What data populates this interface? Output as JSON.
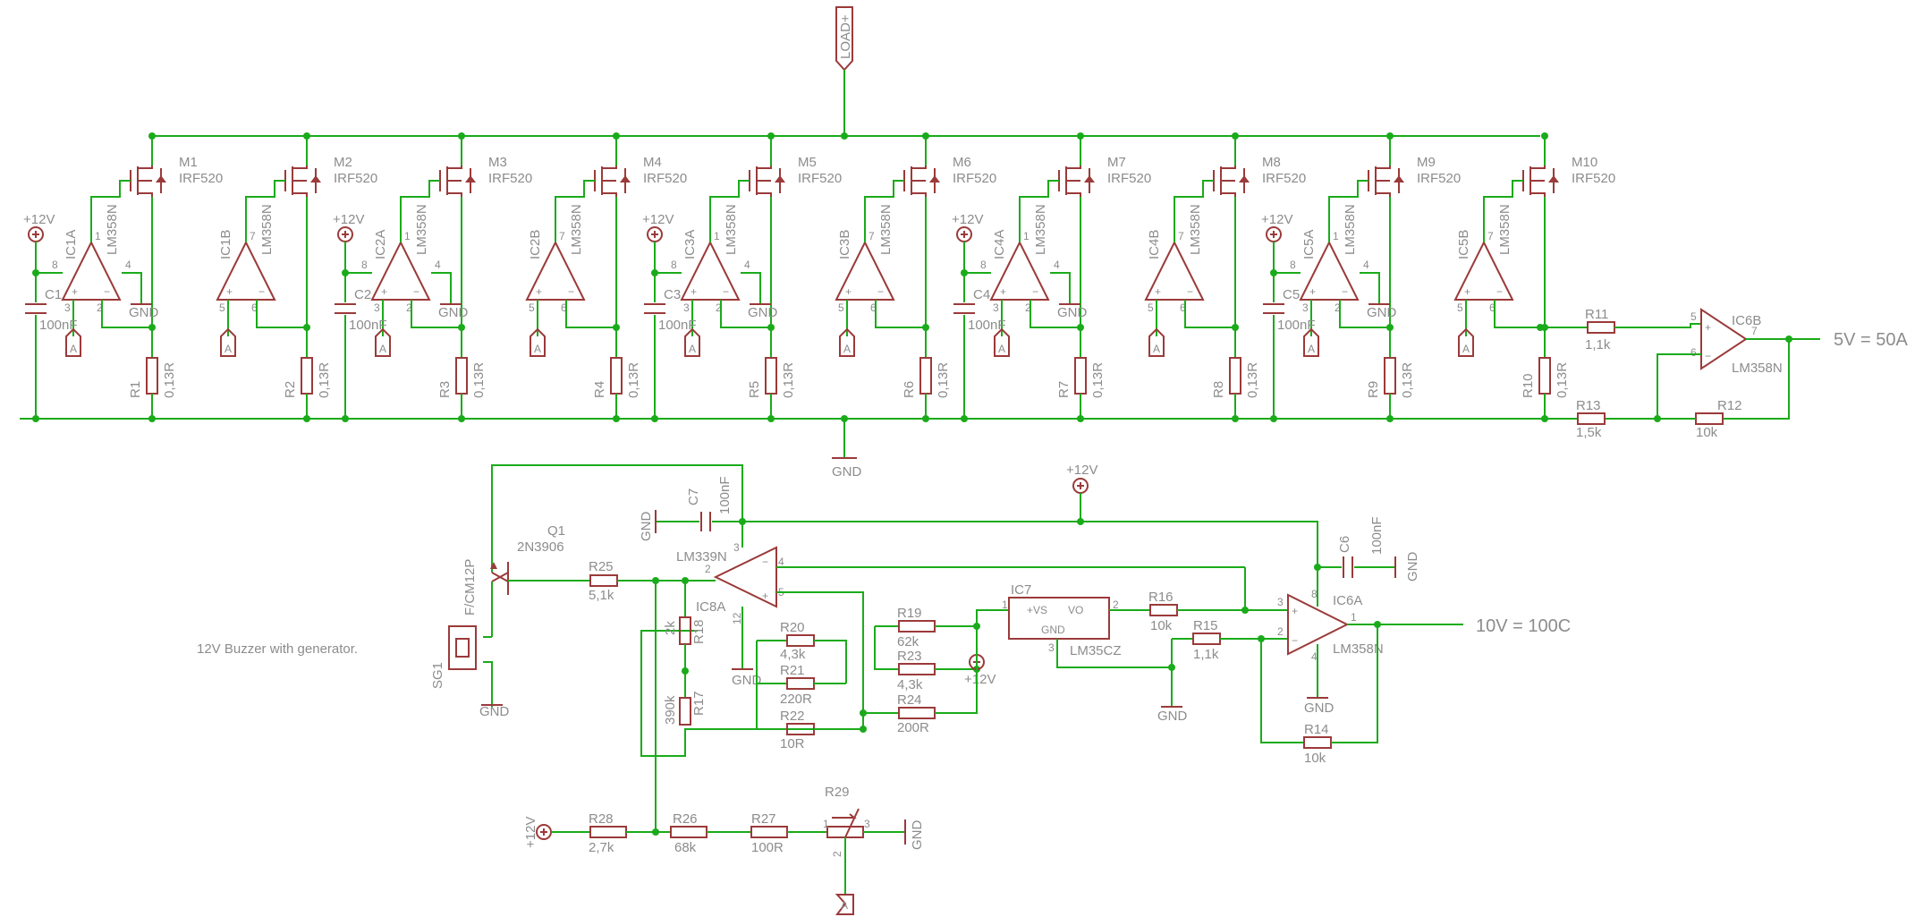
{
  "net_labels": {
    "load": "LOAD+",
    "gnd": "GND",
    "vcc": "+12V",
    "a": "A"
  },
  "channels": [
    {
      "mosfet": "M1",
      "mosfet_value": "IRF520",
      "opamp": "IC1A",
      "opamp_value": "LM358N",
      "pins_in": [
        "3",
        "2"
      ],
      "pin_out": "1",
      "pwr": true,
      "cap": "C1",
      "cap_value": "100nF",
      "resistor": "R1",
      "resistor_value": "0,13R"
    },
    {
      "mosfet": "M2",
      "mosfet_value": "IRF520",
      "opamp": "IC1B",
      "opamp_value": "LM358N",
      "pins_in": [
        "5",
        "6"
      ],
      "pin_out": "7",
      "pwr": false,
      "resistor": "R2",
      "resistor_value": "0,13R"
    },
    {
      "mosfet": "M3",
      "mosfet_value": "IRF520",
      "opamp": "IC2A",
      "opamp_value": "LM358N",
      "pins_in": [
        "3",
        "2"
      ],
      "pin_out": "1",
      "pwr": true,
      "cap": "C2",
      "cap_value": "100nF",
      "resistor": "R3",
      "resistor_value": "0,13R"
    },
    {
      "mosfet": "M4",
      "mosfet_value": "IRF520",
      "opamp": "IC2B",
      "opamp_value": "LM358N",
      "pins_in": [
        "5",
        "6"
      ],
      "pin_out": "7",
      "pwr": false,
      "resistor": "R4",
      "resistor_value": "0,13R"
    },
    {
      "mosfet": "M5",
      "mosfet_value": "IRF520",
      "opamp": "IC3A",
      "opamp_value": "LM358N",
      "pins_in": [
        "3",
        "2"
      ],
      "pin_out": "1",
      "pwr": true,
      "cap": "C3",
      "cap_value": "100nF",
      "resistor": "R5",
      "resistor_value": "0,13R"
    },
    {
      "mosfet": "M6",
      "mosfet_value": "IRF520",
      "opamp": "IC3B",
      "opamp_value": "LM358N",
      "pins_in": [
        "5",
        "6"
      ],
      "pin_out": "7",
      "pwr": false,
      "resistor": "R6",
      "resistor_value": "0,13R"
    },
    {
      "mosfet": "M7",
      "mosfet_value": "IRF520",
      "opamp": "IC4A",
      "opamp_value": "LM358N",
      "pins_in": [
        "3",
        "2"
      ],
      "pin_out": "1",
      "pwr": true,
      "cap": "C4",
      "cap_value": "100nF",
      "resistor": "R7",
      "resistor_value": "0,13R"
    },
    {
      "mosfet": "M8",
      "mosfet_value": "IRF520",
      "opamp": "IC4B",
      "opamp_value": "LM358N",
      "pins_in": [
        "5",
        "6"
      ],
      "pin_out": "7",
      "pwr": false,
      "resistor": "R8",
      "resistor_value": "0,13R"
    },
    {
      "mosfet": "M9",
      "mosfet_value": "IRF520",
      "opamp": "IC5A",
      "opamp_value": "LM358N",
      "pins_in": [
        "3",
        "2"
      ],
      "pin_out": "1",
      "pwr": true,
      "cap": "C5",
      "cap_value": "100nF",
      "resistor": "R9",
      "resistor_value": "0,13R"
    },
    {
      "mosfet": "M10",
      "mosfet_value": "IRF520",
      "opamp": "IC5B",
      "opamp_value": "LM358N",
      "pins_in": [
        "5",
        "6"
      ],
      "pin_out": "7",
      "pwr": false,
      "resistor": "R10",
      "resistor_value": "0,13R"
    }
  ],
  "current_monitor": {
    "opamp": "IC6B",
    "opamp_value": "LM358N",
    "pin_plus": "5",
    "pin_minus": "6",
    "pin_out": "7",
    "r11": "R11",
    "r11_value": "1,1k",
    "r12": "R12",
    "r12_value": "10k",
    "r13": "R13",
    "r13_value": "1,5k",
    "output_note": "5V = 50A"
  },
  "temperature": {
    "note": "12V Buzzer with generator.",
    "q1": "Q1",
    "q1_value": "2N3906",
    "buzzer": "SG1",
    "buzzer_value": "F/CM12P",
    "comparator": "IC8A",
    "comparator_value": "LM339N",
    "comp_pins": {
      "p4": "4",
      "p5": "5",
      "p2": "2",
      "p3": "3",
      "p12": "12"
    },
    "sensor": "IC7",
    "sensor_value": "LM35CZ",
    "sensor_pins": {
      "vs": "+VS",
      "vo": "VO",
      "gnd": "GND",
      "p1": "1",
      "p2": "2",
      "p3": "3"
    },
    "amp": "IC6A",
    "amp_value": "LM358N",
    "amp_pins": {
      "p8": "8",
      "p3": "3",
      "p2": "2",
      "p1": "1",
      "p4": "4"
    },
    "c6": "C6",
    "c6_value": "100nF",
    "c7": "C7",
    "c7_value": "100nF",
    "r14": "R14",
    "r14_value": "10k",
    "r15": "R15",
    "r15_value": "1,1k",
    "r16": "R16",
    "r16_value": "10k",
    "r17": "R17",
    "r17_value": "390k",
    "r18": "R18",
    "r18_value": "2k",
    "r19": "R19",
    "r19_value": "62k",
    "r20": "R20",
    "r20_value": "4,3k",
    "r21": "R21",
    "r21_value": "220R",
    "r22": "R22",
    "r22_value": "10R",
    "r23": "R23",
    "r23_value": "4,3k",
    "r24": "R24",
    "r24_value": "200R",
    "r25": "R25",
    "r25_value": "5,1k",
    "r26": "R26",
    "r26_value": "68k",
    "r27": "R27",
    "r27_value": "100R",
    "r28": "R28",
    "r28_value": "2,7k",
    "r29": "R29",
    "pot_pins": [
      "1",
      "3",
      "2"
    ],
    "output_note": "10V = 100C"
  }
}
